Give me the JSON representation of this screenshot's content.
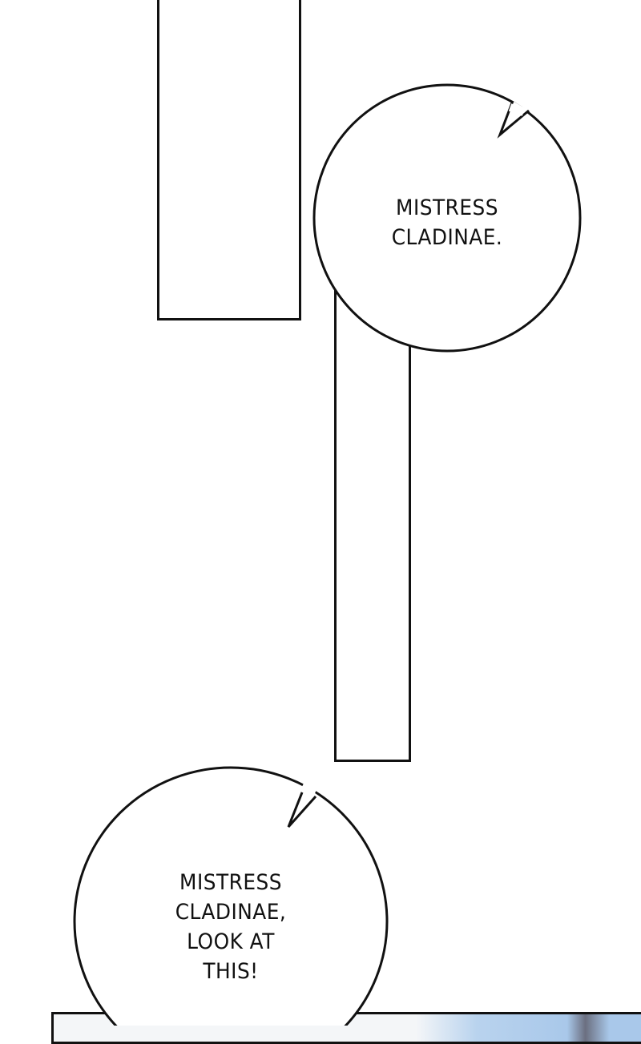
{
  "bubbles": [
    {
      "lines": [
        "MISTRESS",
        "CLADINAE."
      ]
    },
    {
      "lines": [
        "MISTRESS",
        "CLADINAE,",
        "LOOK AT",
        "THIS!"
      ]
    }
  ],
  "colors": {
    "ink": "#111111",
    "sky": "#a9c8ea"
  }
}
